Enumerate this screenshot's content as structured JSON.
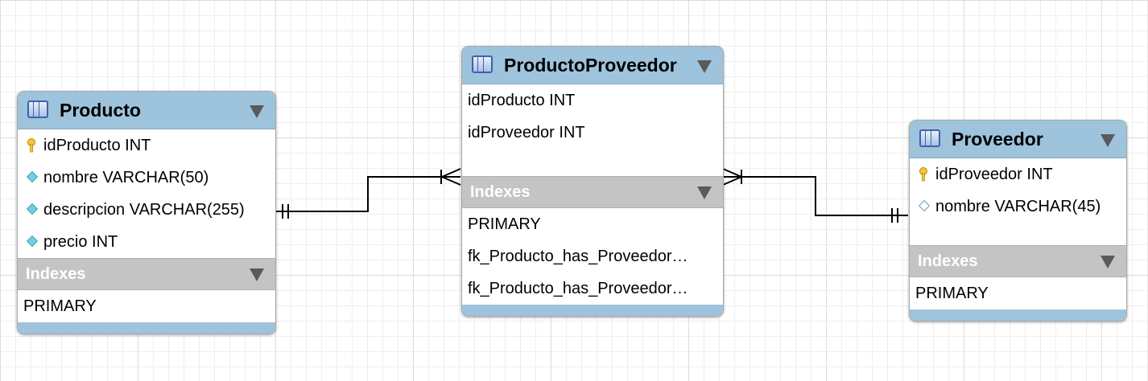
{
  "entities": {
    "producto": {
      "name": "Producto",
      "columns": [
        "idProducto INT",
        "nombre VARCHAR(50)",
        "descripcion VARCHAR(255)",
        "precio INT"
      ],
      "indexes_label": "Indexes",
      "indexes": [
        "PRIMARY"
      ]
    },
    "producto_proveedor": {
      "name": "ProductoProveedor",
      "columns": [
        "idProducto INT",
        "idProveedor INT"
      ],
      "indexes_label": "Indexes",
      "indexes": [
        "PRIMARY",
        "fk_Producto_has_Proveedor…",
        "fk_Producto_has_Proveedor…"
      ]
    },
    "proveedor": {
      "name": "Proveedor",
      "columns": [
        "idProveedor INT",
        "nombre VARCHAR(45)"
      ],
      "indexes_label": "Indexes",
      "indexes": [
        "PRIMARY"
      ]
    }
  },
  "relationships": [
    {
      "from": "Producto",
      "to": "ProductoProveedor",
      "from_cardinality": "one-and-only-one",
      "to_cardinality": "one-or-many"
    },
    {
      "from": "Proveedor",
      "to": "ProductoProveedor",
      "from_cardinality": "one-and-only-one",
      "to_cardinality": "one-or-many"
    }
  ],
  "colors": {
    "header": "#9ec3dc",
    "indexes_header": "#c4c4c4",
    "icon_blue": "#3e63a8",
    "key_gold": "#e8b830",
    "fk_diamond": "#6fd0df"
  },
  "icons": {
    "table": "table-icon",
    "primary_key": "key-icon",
    "column": "diamond-icon",
    "collapse": "triangle-down-icon"
  }
}
